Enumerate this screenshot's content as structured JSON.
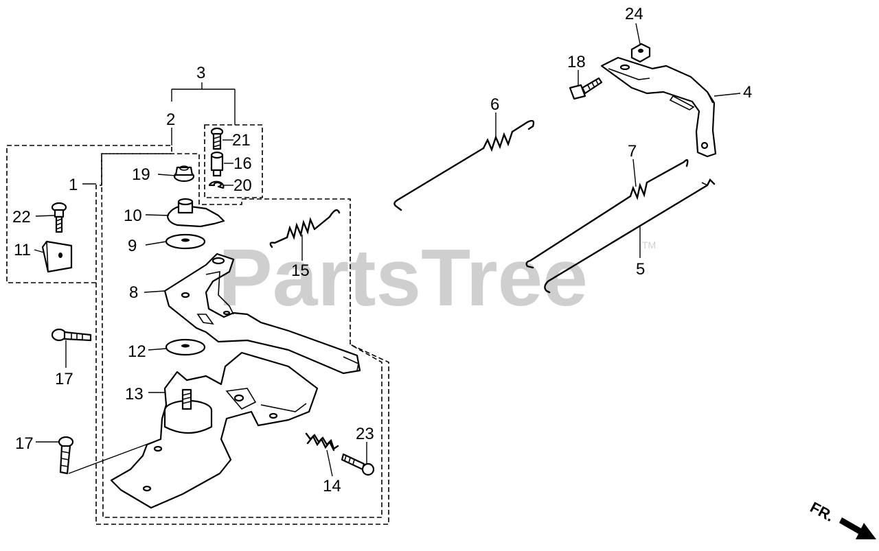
{
  "watermark": {
    "text": "PartsTree",
    "trademark": "TM"
  },
  "direction_marker": {
    "text": "FR."
  },
  "callouts": [
    {
      "id": "c1",
      "label": "1"
    },
    {
      "id": "c2",
      "label": "2"
    },
    {
      "id": "c3",
      "label": "3"
    },
    {
      "id": "c4",
      "label": "4"
    },
    {
      "id": "c5",
      "label": "5"
    },
    {
      "id": "c6",
      "label": "6"
    },
    {
      "id": "c7",
      "label": "7"
    },
    {
      "id": "c8",
      "label": "8"
    },
    {
      "id": "c9",
      "label": "9"
    },
    {
      "id": "c10",
      "label": "10"
    },
    {
      "id": "c11",
      "label": "11"
    },
    {
      "id": "c12",
      "label": "12"
    },
    {
      "id": "c13",
      "label": "13"
    },
    {
      "id": "c14",
      "label": "14"
    },
    {
      "id": "c15",
      "label": "15"
    },
    {
      "id": "c16",
      "label": "16"
    },
    {
      "id": "c17a",
      "label": "17"
    },
    {
      "id": "c17b",
      "label": "17"
    },
    {
      "id": "c18",
      "label": "18"
    },
    {
      "id": "c19",
      "label": "19"
    },
    {
      "id": "c20",
      "label": "20"
    },
    {
      "id": "c21",
      "label": "21"
    },
    {
      "id": "c22",
      "label": "22"
    },
    {
      "id": "c23",
      "label": "23"
    },
    {
      "id": "c24",
      "label": "24"
    }
  ]
}
